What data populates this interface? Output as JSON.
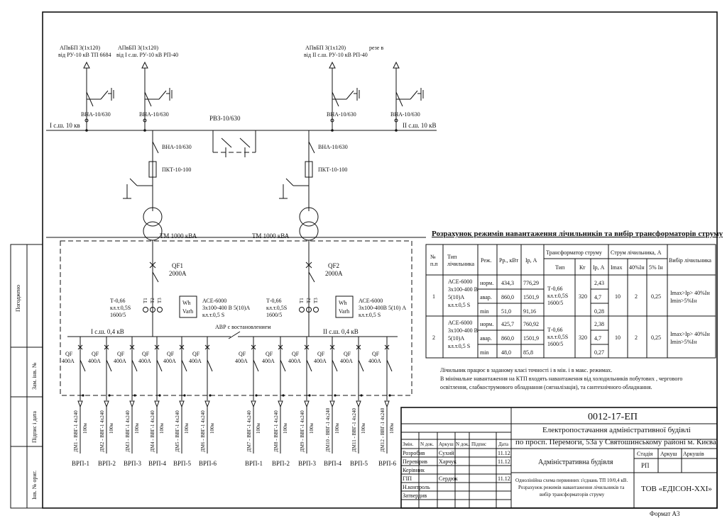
{
  "diagram": {
    "incoming": [
      {
        "label1": "АПвБП 3(1х120)",
        "label2": "від РУ-10 кВ ТП 6684",
        "switch": "ВНА-10/630"
      },
      {
        "label1": "АПвБП 3(1х120)",
        "label2": "від I с.ш. РУ-10 кВ РП-40",
        "switch": "ВНА-10/630"
      },
      {
        "label1": "АПвБП 3(1х120)",
        "label2": "від II с.ш. РУ-10 кВ РП-40",
        "switch": "ВНА-10/630"
      },
      {
        "label1": "резе  в",
        "label2": "",
        "switch": "ВНА-10/630"
      }
    ],
    "bus10_left": "I с.ш. 10 кв",
    "bus10_right": "II с.ш. 10 кВ",
    "sectional": "РВЗ-10/630",
    "branches": [
      {
        "switch": "ВНА-10/630",
        "fuse": "ПКТ-10-100",
        "transformer": "ТМ 1000 кВА",
        "breaker": "QF1",
        "breaker_rating": "2000А",
        "ct": [
          "Т-0,66",
          "кл.т.0,5S",
          "1600/5"
        ],
        "ct_labels": [
          "T1",
          "T2",
          "T3"
        ],
        "meter_label": [
          "Wh",
          "Varh"
        ],
        "meter": [
          "АСЕ-6000",
          "3х100-400 В 5(10)А",
          "кл.т.0,5 S"
        ]
      },
      {
        "switch": "ВНА-10/630",
        "fuse": "ПКТ-10-100",
        "transformer": "ТМ 1000 кВА",
        "breaker": "QF2",
        "breaker_rating": "2000А",
        "ct": [
          "Т-0,66",
          "кл.т.0,5S",
          "1600/5"
        ],
        "ct_labels": [
          "T1",
          "T2",
          "T3"
        ],
        "meter_label": [
          "Wh",
          "Varh"
        ],
        "meter": [
          "АСЕ-6000",
          "3х100-400В 5(10) А",
          "кл.т.0,5 S"
        ]
      }
    ],
    "bus04_left": "I с.ш. 0,4 кВ",
    "bus04_right": "II с.ш. 0,4 кВ",
    "avr": "АВР с востановлением",
    "feeders": [
      {
        "qf": "QF",
        "rating": "400А",
        "cable": "ДМ1 - ВВГ-1 4х240",
        "len": "100м",
        "name": "ВРП-1"
      },
      {
        "qf": "QF",
        "rating": "400А",
        "cable": "ДМ2 - ВВГ-1 4х240",
        "len": "100м",
        "name": "ВРП-2"
      },
      {
        "qf": "QF",
        "rating": "400А",
        "cable": "ДМ3 - ВВГ-1 4х240",
        "len": "100м",
        "name": "ВРП-3"
      },
      {
        "qf": "QF",
        "rating": "400А",
        "cable": "ДМ4 - ВВГ-1 4х240",
        "len": "100м",
        "name": "ВРП-4"
      },
      {
        "qf": "QF",
        "rating": "400А",
        "cable": "ДМ5 - ВВГ-1 4х240",
        "len": "100м",
        "name": "ВРП-5"
      },
      {
        "qf": "QF",
        "rating": "400А",
        "cable": "ДМ6 - ВВГ-1 4х240",
        "len": "100м",
        "name": "ВРП-6"
      },
      {
        "qf": "QF",
        "rating": "400А",
        "cable": "ДМ7 - ВВГ-1 4х240",
        "len": "100м",
        "name": "ВРП-1"
      },
      {
        "qf": "QF",
        "rating": "400А",
        "cable": "ДМ8 - ВВГ-1 4х240",
        "len": "100м",
        "name": "ВРП-2"
      },
      {
        "qf": "QF",
        "rating": "400А",
        "cable": "ДМ9 - ВВГ-1 4х240",
        "len": "100м",
        "name": "ВРП-3"
      },
      {
        "qf": "QF",
        "rating": "400А",
        "cable": "ДМ10 - ВВГ-1 4х240",
        "len": "100м",
        "name": "ВРП-4"
      },
      {
        "qf": "QF",
        "rating": "400А",
        "cable": "ДМ11 - ВВГ-1 4х240",
        "len": "100м",
        "name": "ВРП-5"
      },
      {
        "qf": "QF",
        "rating": "400А",
        "cable": "ДМ12 - ВВГ-1 4х240",
        "len": "100м",
        "name": "ВРП-6"
      }
    ]
  },
  "side_stamp": [
    "Погоджено",
    "Зам. інв. №",
    "Підпис і дата",
    "Інв. № ориг."
  ],
  "table": {
    "title": "Розрахунок режимів навантаження лічильників та вибір трансформаторів струму",
    "headers": {
      "num": "№ п.п",
      "type": "Тип лічильника",
      "mode": "Реж.",
      "pr": "Рр., кВт",
      "ir": "Ір, А",
      "tt": "Трансформатор струму",
      "tt_type": "Тип",
      "kt": "Кт",
      "ip": "Ір, А",
      "cur": "Струм лічильника, А",
      "imax": "Imax",
      "p40": "40%Ін",
      "p5": "5% Ін",
      "sel": "Вибір лічильника"
    },
    "rows": [
      {
        "num": "1",
        "type": "АСЕ-6000 3х100-400 В 5(10)А кл.т.0,5 S",
        "modes": [
          "норм.",
          "авар.",
          "min"
        ],
        "pr": [
          "434,3",
          "860,0",
          "51,0"
        ],
        "ir": [
          "776,29",
          "1501,9",
          "91,16"
        ],
        "tt": "Т-0,66 кл.т.0,5S 1600/5",
        "kt": "320",
        "ip": [
          "2,43",
          "4,7",
          "0,28"
        ],
        "imax": "10",
        "p40": "2",
        "p5": "0,25",
        "sel": "Imax>Ip> 40%Iн Imin>5%Iн"
      },
      {
        "num": "2",
        "type": "АСЕ-6000 3х100-400 В 5(10)А кл.т.0,5 S",
        "modes": [
          "норм.",
          "авар.",
          "min"
        ],
        "pr": [
          "425,7",
          "860,0",
          "48,0"
        ],
        "ir": [
          "760,92",
          "1501,9",
          "85,8"
        ],
        "tt": "Т-0,66 кл.т.0,5S 1600/5",
        "kt": "320",
        "ip": [
          "2,38",
          "4,7",
          "0,27"
        ],
        "imax": "10",
        "p40": "2",
        "p5": "0,25",
        "sel": "Imax>Ip> 40%Iн Imin>5%Iн"
      }
    ],
    "notes": [
      "Лічильник працює в заданому класі точності і в мін. і в макс. режимах.",
      "В мінімальне навантаження на КТП входять навантаження від холодильників побутових , чергового",
      "освітлення, слабкострумового обладнання (сигналізація), та сантехнічного обладнання."
    ]
  },
  "title_block": {
    "code": "0012-17-ЕП",
    "project": [
      "Електропостачання адміністративної будівлі",
      "по просп. Перемоги, 53а у Святошинському районі м. Києва"
    ],
    "cols": [
      "Змін.",
      "N док.",
      "Аркуш",
      "N док.",
      "Підпис",
      "Дата"
    ],
    "people": [
      {
        "role": "Розробив",
        "name": "Сухий",
        "date": "11.12"
      },
      {
        "role": "Перевірив",
        "name": "Харчук",
        "date": "11.12"
      },
      {
        "role": "Керівник",
        "name": "",
        "date": ""
      },
      {
        "role": "ГІП",
        "name": "Сердюк",
        "date": "11.12"
      },
      {
        "role": "Н.контроль",
        "name": "",
        "date": ""
      },
      {
        "role": "Затвердив",
        "name": "",
        "date": ""
      }
    ],
    "building": "Адміністративна будівля",
    "stage_h": "Стадія",
    "sheet_h": "Аркуш",
    "sheets_h": "Аркушів",
    "stage": "РП",
    "sheet_desc": [
      "Однолінійна схема первинних з'єднань ТП 10/0,4 кВ.",
      "Розрахунок режимів навантаження лічильників та",
      "вибір трансформаторів струму"
    ],
    "company": "ТОВ «ЕДІСОН-XXI»",
    "format": "Формат А3"
  }
}
